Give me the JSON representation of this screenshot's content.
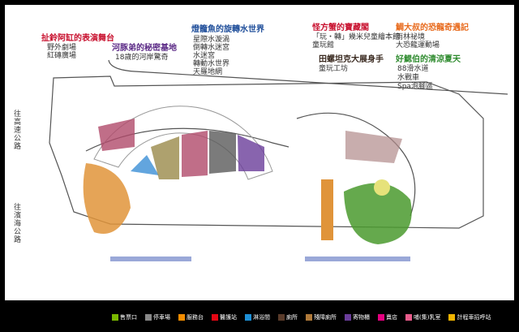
{
  "zones": [
    {
      "title": "扯鈴阿缸的表演舞台",
      "items": [
        "野外劇場",
        "紅磚廣場"
      ],
      "color": "#c8102e"
    },
    {
      "title": "河豚弟的秘密基地",
      "items": [
        "18歲的河岸驚奇"
      ],
      "color": "#5b2a86"
    },
    {
      "title": "燈籠魚的旋轉水世界",
      "items": [
        "星際水漩渦",
        "倒轉水迷宮",
        "水迷宮",
        "轉動水世界",
        "天羅地網"
      ],
      "color": "#1f4e9a"
    },
    {
      "title": "怪方蟹的寶藏閣",
      "items": [
        "「玩・轉」幾米兒童繪本館",
        "童玩館"
      ],
      "color": "#c8102e"
    },
    {
      "title": "田螺坦克大展身手",
      "items": [
        "童玩工坊"
      ],
      "color": "#3a2a20"
    },
    {
      "title": "鯛大叔的恐龍奇遇記",
      "items": [
        "雨林祕境",
        "大恐龍運動場"
      ],
      "color": "#e86a1c"
    },
    {
      "title": "好鰓伯的清涼夏天",
      "items": [
        "88滑水道",
        "水戰車",
        "Spa泡腳區"
      ],
      "color": "#2e8b2e"
    }
  ],
  "directions": [
    "往高速公路",
    "往濱海公路"
  ],
  "legend": [
    {
      "label": "售票口",
      "color": "#7ab800",
      "icon": "T"
    },
    {
      "label": "停車場",
      "color": "#888888",
      "icon": "P"
    },
    {
      "label": "服務台",
      "color": "#f28c00",
      "icon": "i"
    },
    {
      "label": "醫護站",
      "color": "#e30613",
      "icon": "+"
    },
    {
      "label": "淋浴間",
      "color": "#1e90d6",
      "icon": "shower"
    },
    {
      "label": "廁所",
      "color": "#5a3b2a",
      "icon": "wc"
    },
    {
      "label": "殘障廁所",
      "color": "#b07a3a",
      "icon": "accessible"
    },
    {
      "label": "寄物櫃",
      "color": "#6a3d9a",
      "icon": "lock"
    },
    {
      "label": "賣店",
      "color": "#e4007f",
      "icon": "shop"
    },
    {
      "label": "哺(集)乳室",
      "color": "#e85b8a",
      "icon": "nursing"
    },
    {
      "label": "計程車招呼站",
      "color": "#f0b400",
      "icon": "taxi"
    }
  ]
}
